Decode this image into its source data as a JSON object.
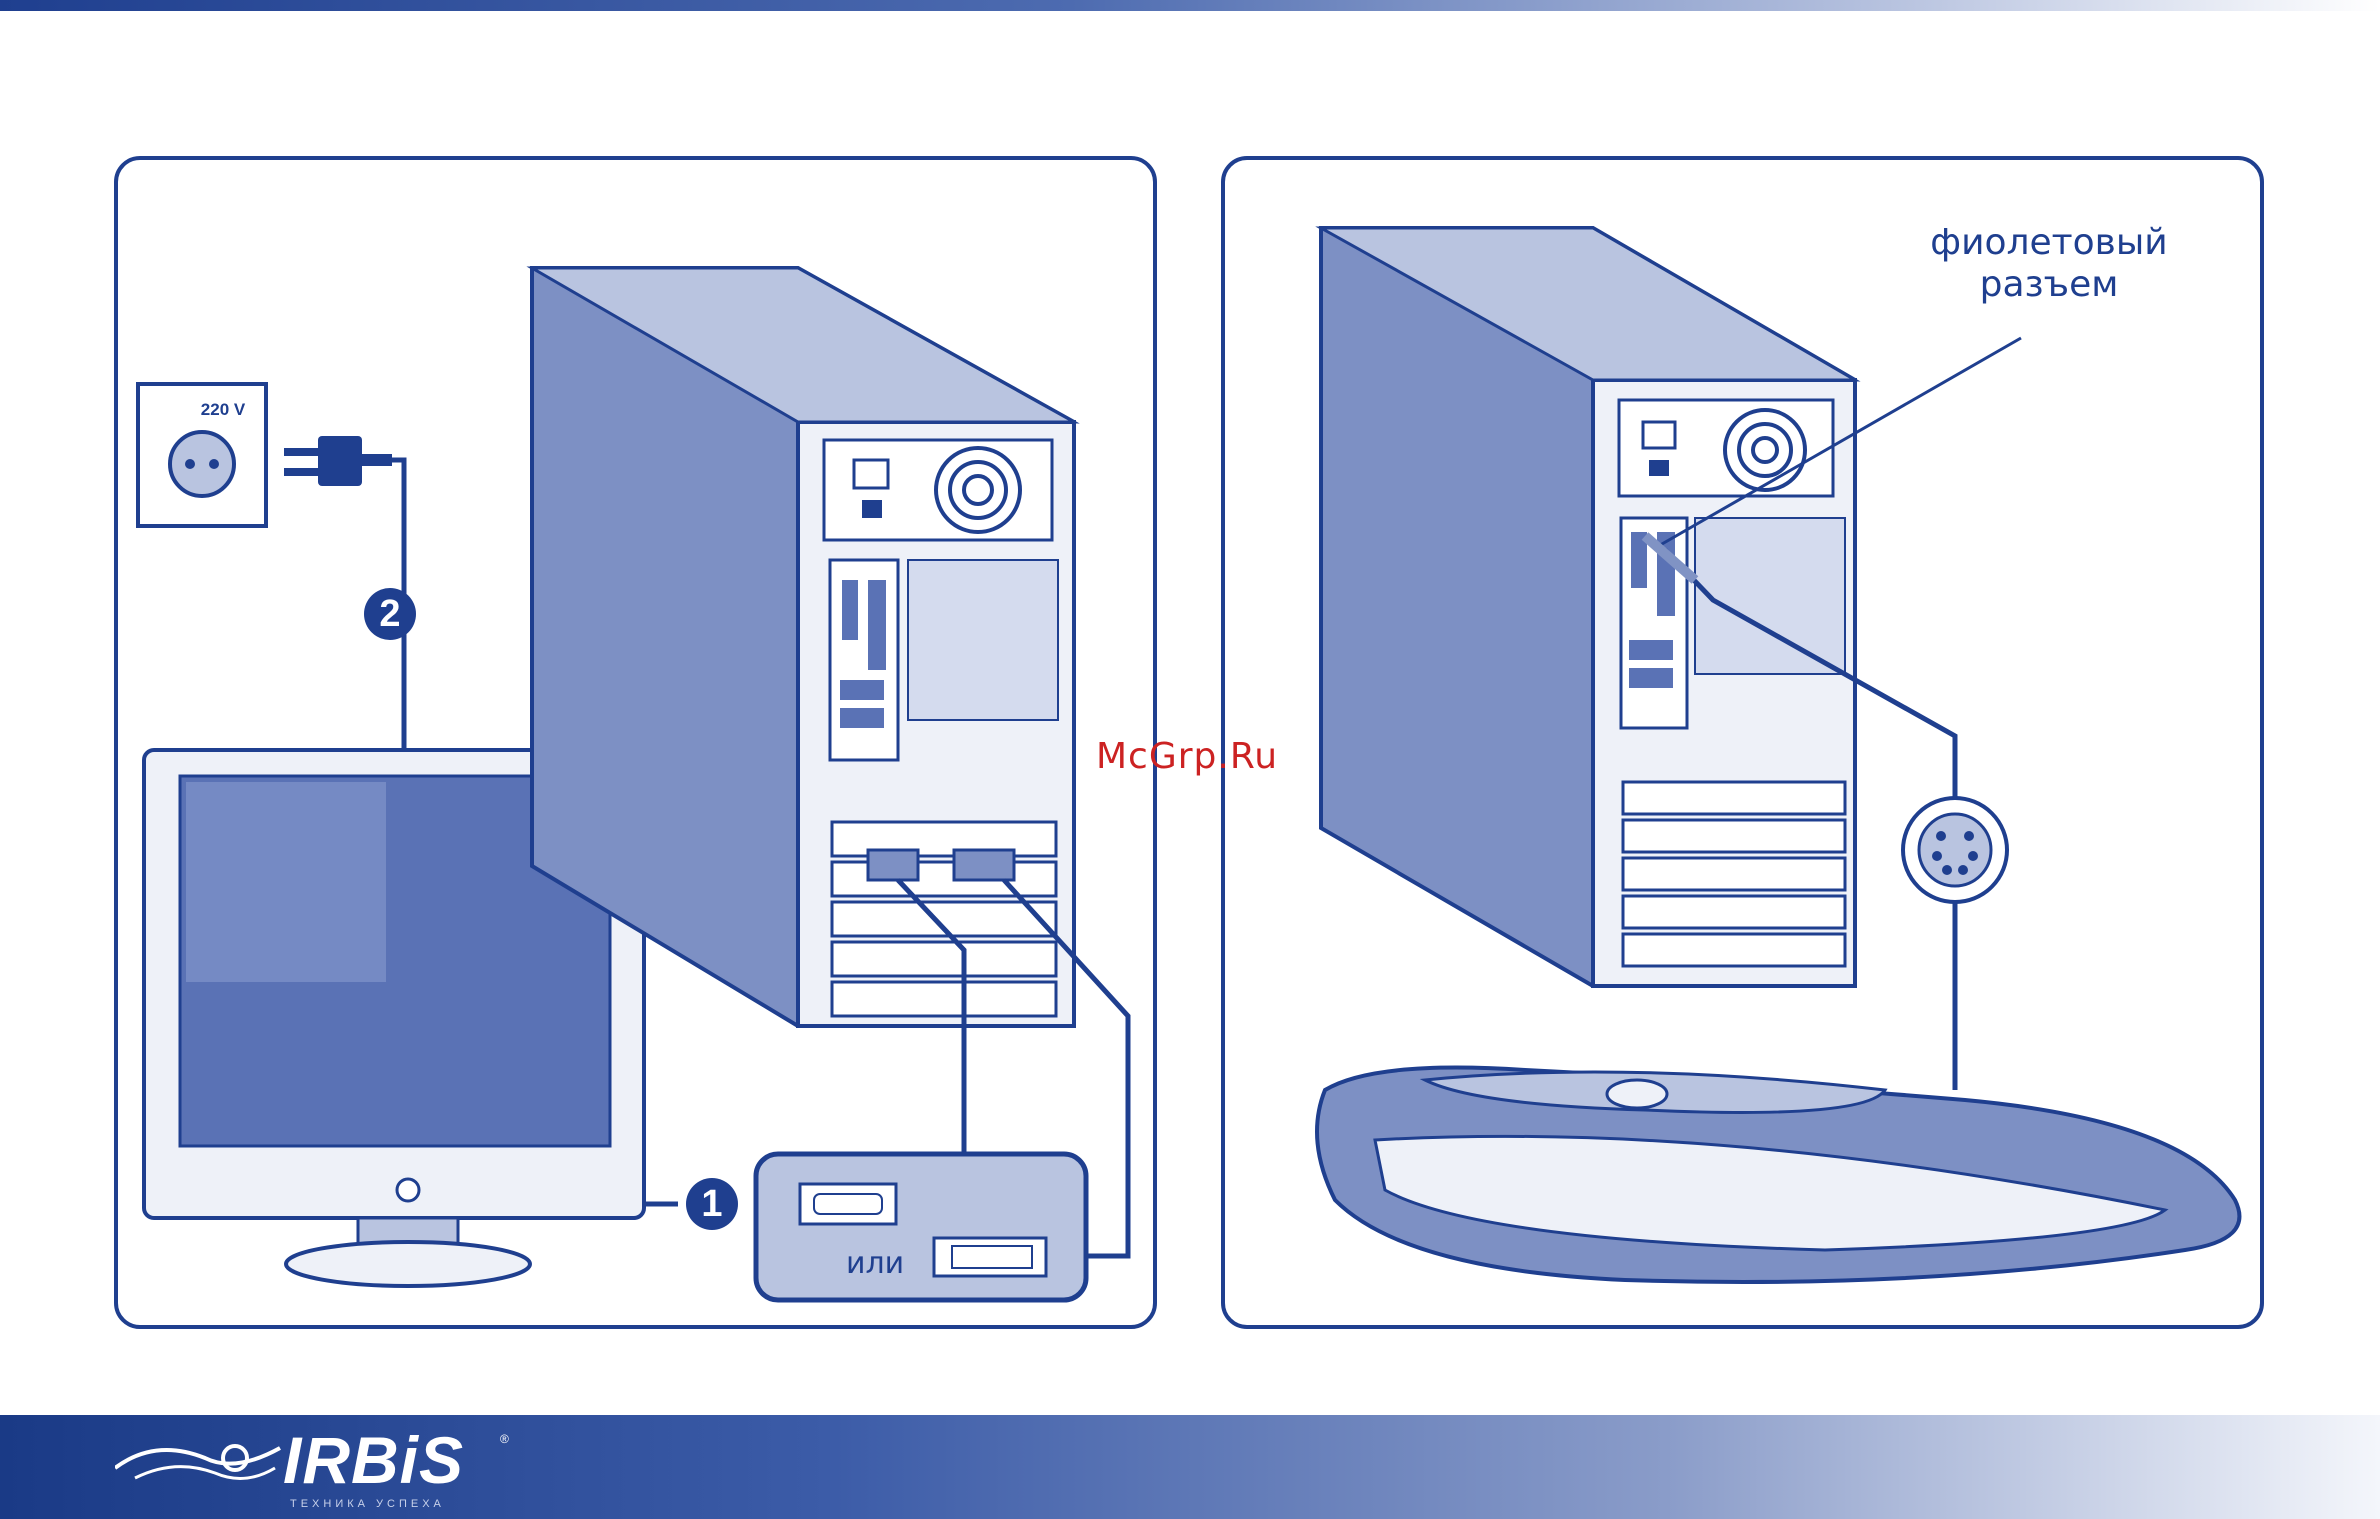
{
  "outlet_voltage": "220 V",
  "step_1": "1",
  "step_2": "2",
  "connector_or": "или",
  "purple_connector_line1": "фиолетовый",
  "purple_connector_line2": "разъем",
  "watermark": "McGrp.Ru",
  "brand": {
    "name": "IRBiS",
    "registered": "®",
    "tagline": "ТЕХНИКА УСПЕХА"
  },
  "colors": {
    "line": "#1f3f8f",
    "fill_light": "#b9c4e0",
    "fill_mid": "#8093c4",
    "fill_dark": "#3c5ca8",
    "watermark": "#cc2222"
  }
}
